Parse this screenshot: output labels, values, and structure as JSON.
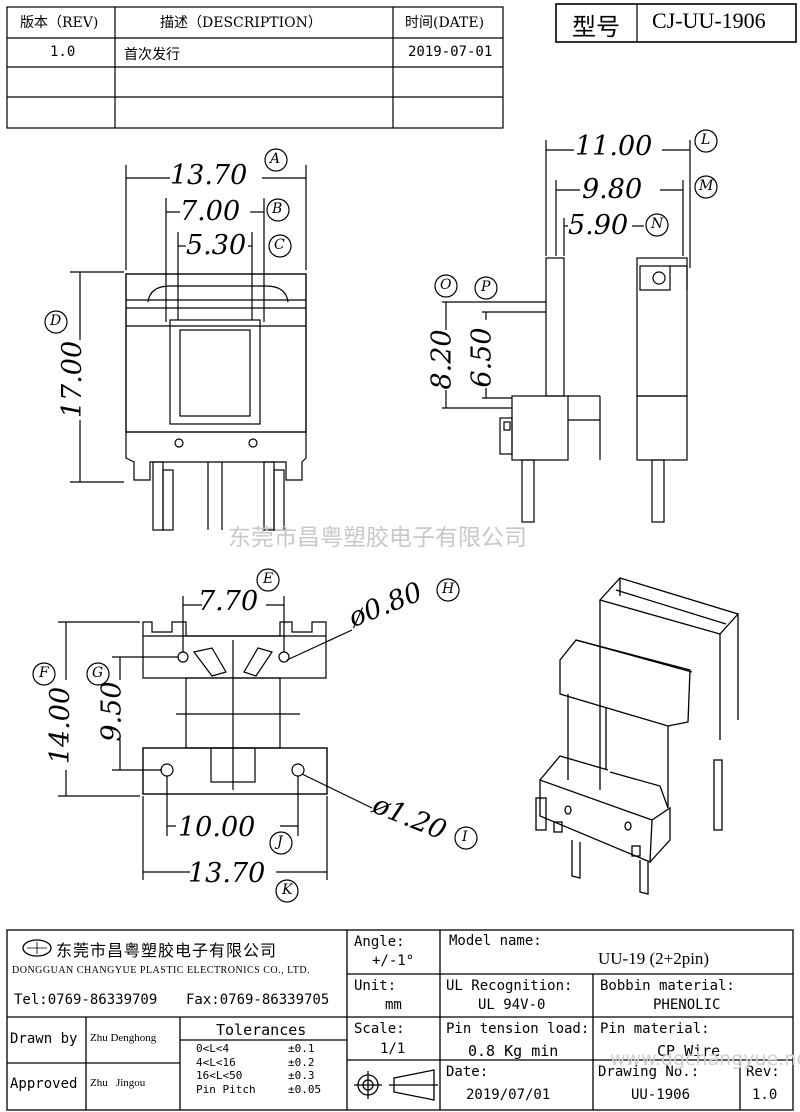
{
  "revision_table": {
    "headers": [
      "版本（REV)",
      "描述（DESCRIPTION）",
      "时间(DATE)"
    ],
    "rows": [
      [
        "1.0",
        "首次发行",
        "2019-07-01"
      ],
      [
        "",
        "",
        ""
      ],
      [
        "",
        "",
        ""
      ]
    ]
  },
  "model_box": {
    "label": "型号",
    "value": "CJ-UU-1906"
  },
  "dimensions": {
    "A": "13.70",
    "B": "7.00",
    "C": "5.30",
    "D": "17.00",
    "E": "7.70",
    "F": "14.00",
    "G": "9.50",
    "H": "ø0.80",
    "I": "ø1.20",
    "J": "10.00",
    "K": "13.70",
    "L": "11.00",
    "M": "9.80",
    "N": "5.90",
    "O": "8.20",
    "P": "6.50"
  },
  "watermark": "东莞市昌粤塑胶电子有限公司",
  "title_block": {
    "company_cn": "东莞市昌粤塑胶电子有限公司",
    "company_en": "DONGGUAN CHANGYUE PLASTIC ELECTRONICS CO., LTD.",
    "tel": "Tel:0769-86339709",
    "fax": "Fax:0769-86339705",
    "angle_label": "Angle:",
    "angle_value": "+/-1°",
    "unit_label": "Unit:",
    "unit_value": "mm",
    "scale_label": "Scale:",
    "scale_value": "1/1",
    "model_name_label": "Model name:",
    "model_name_value": "UU-19 (2+2pin)",
    "ul_label": "UL Recognition:",
    "ul_value": "UL 94V-0",
    "bobbin_label": "Bobbin material:",
    "bobbin_value": "PHENOLIC",
    "pin_tension_label": "Pin tension load:",
    "pin_tension_value": "0.8 Kg min",
    "pin_material_label": "Pin material:",
    "pin_material_value": "CP Wire",
    "date_label": "Date:",
    "date_value": "2019/07/01",
    "drawing_no_label": "Drawing No.:",
    "drawing_no_value": "UU-1906",
    "rev_label": "Rev:",
    "rev_value": "1.0",
    "drawn_by_label": "Drawn by",
    "drawn_by_value": "Zhu Denghong",
    "approved_label": "Approved",
    "approved_value": "Zhu   Jingou",
    "tolerances_title": "Tolerances",
    "tolerances": [
      {
        "range": "0<L<4",
        "value": "±0.1"
      },
      {
        "range": "4<L<16",
        "value": "±0.2"
      },
      {
        "range": "16<L<50",
        "value": "±0.3"
      },
      {
        "range": "Pin Pitch",
        "value": "±0.05"
      }
    ],
    "web_watermark": "www.dgchangyue.net"
  }
}
